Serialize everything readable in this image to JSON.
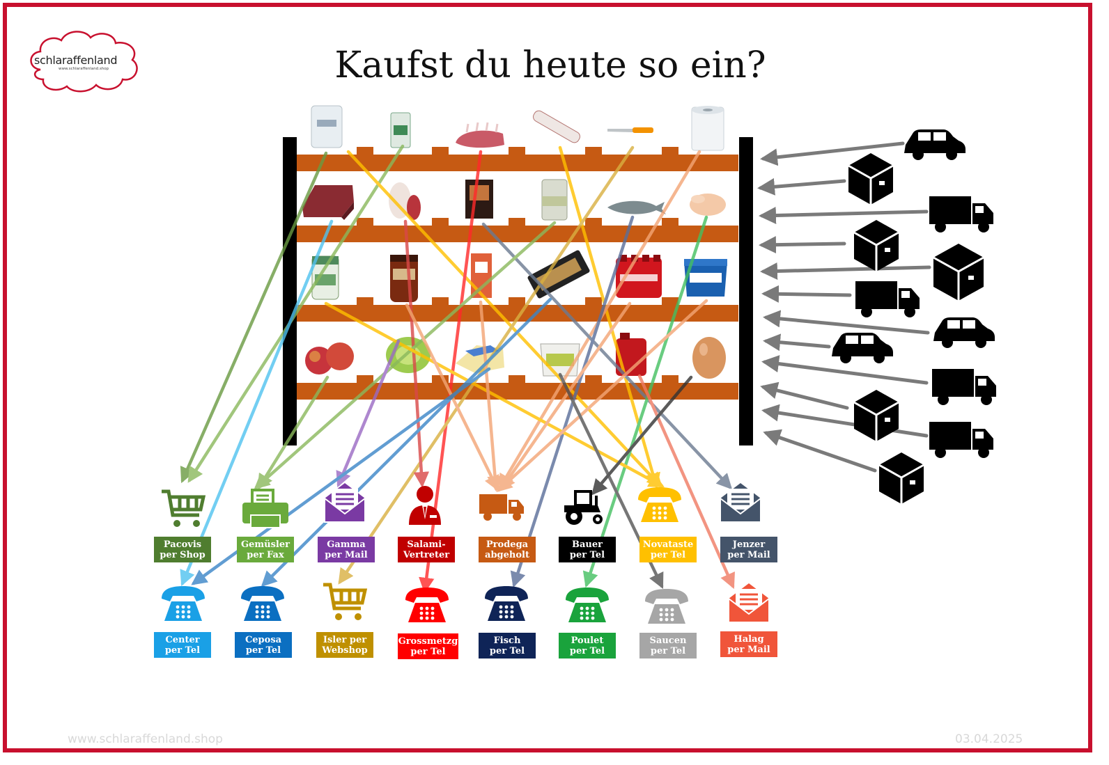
{
  "title": "Kaufst du heute so ein?",
  "logo": {
    "name": "schlaraffenland",
    "url": "www.schlaraffenland.shop"
  },
  "footer": {
    "url": "www.schlaraffenland.shop",
    "date": "03.04.2025"
  },
  "colors": {
    "frame": "#c8102e",
    "shelf": "#c65a13",
    "post": "#000000",
    "delivery_arrow": "#7a7a7a"
  },
  "suppliers_top": [
    {
      "id": "pacovis",
      "lines": [
        "Pacovis",
        "per Shop"
      ],
      "color": "#4f7d2f",
      "icon": "shopping-cart-icon"
    },
    {
      "id": "gemuesler",
      "lines": [
        "Gemüsler",
        "per Fax"
      ],
      "color": "#6aaa3c",
      "icon": "fax-icon"
    },
    {
      "id": "gamma",
      "lines": [
        "Gamma",
        "per Mail"
      ],
      "color": "#7a3aa3",
      "icon": "mail-icon"
    },
    {
      "id": "salami",
      "lines": [
        "Salami-",
        "Vertreter"
      ],
      "color": "#c00000",
      "icon": "salesman-icon"
    },
    {
      "id": "prodega",
      "lines": [
        "Prodega",
        "abgeholt"
      ],
      "color": "#c65a13",
      "icon": "truck-icon"
    },
    {
      "id": "bauer",
      "lines": [
        "Bauer",
        "per Tel"
      ],
      "color": "#000000",
      "icon": "tractor-icon"
    },
    {
      "id": "novataste",
      "lines": [
        "Novataste",
        "per Tel"
      ],
      "color": "#ffc000",
      "icon": "phone-icon"
    },
    {
      "id": "jenzer",
      "lines": [
        "Jenzer",
        "per Mail"
      ],
      "color": "#44546a",
      "icon": "mail-icon"
    }
  ],
  "suppliers_bottom": [
    {
      "id": "center",
      "lines": [
        "Center",
        "per Tel"
      ],
      "color": "#1aa0e6",
      "icon": "phone-icon"
    },
    {
      "id": "ceposa",
      "lines": [
        "Ceposa",
        "per Tel"
      ],
      "color": "#0b6fc1",
      "icon": "phone-icon"
    },
    {
      "id": "isler",
      "lines": [
        "Isler per",
        "Webshop"
      ],
      "color": "#bf9000",
      "icon": "shopping-cart-icon"
    },
    {
      "id": "grossmetzg",
      "lines": [
        "Grossmetzg",
        "per Tel"
      ],
      "color": "#ff0000",
      "icon": "phone-icon"
    },
    {
      "id": "fisch",
      "lines": [
        "Fisch",
        "per Tel"
      ],
      "color": "#0f2457",
      "icon": "phone-icon"
    },
    {
      "id": "poulet",
      "lines": [
        "Poulet",
        "per Tel"
      ],
      "color": "#1aa33c",
      "icon": "phone-icon"
    },
    {
      "id": "saucen",
      "lines": [
        "Saucen",
        "per Tel"
      ],
      "color": "#a6a6a6",
      "icon": "phone-icon"
    },
    {
      "id": "halag",
      "lines": [
        "Halag",
        "per Mail"
      ],
      "color": "#f0553a",
      "icon": "mail-icon"
    }
  ],
  "products": [
    [
      "salt-bag-icon",
      "flour-bag-icon",
      "lamb-rack-icon",
      "paint-roller-icon",
      "knife-icon",
      "paper-roll-icon"
    ],
    [
      "dried-beef-icon",
      "sausage-icon",
      "terrine-icon",
      "tin-can-icon",
      "trout-icon",
      "raw-chicken-icon"
    ],
    [
      "herb-jar-icon",
      "sauce-jar-icon",
      "spice-pack-icon",
      "smoked-fish-tray-icon",
      "cola-pack-icon",
      "bucket-icon"
    ],
    [
      "apples-icon",
      "lettuce-icon",
      "cheese-icon",
      "plastic-pail-icon",
      "canister-icon",
      "egg-icon"
    ]
  ],
  "deliveries": [
    "car-icon",
    "package-icon",
    "truck-icon",
    "package-icon",
    "package-icon",
    "truck-icon",
    "car-icon",
    "car-icon",
    "truck-icon",
    "package-icon",
    "truck-icon",
    "package-icon"
  ]
}
